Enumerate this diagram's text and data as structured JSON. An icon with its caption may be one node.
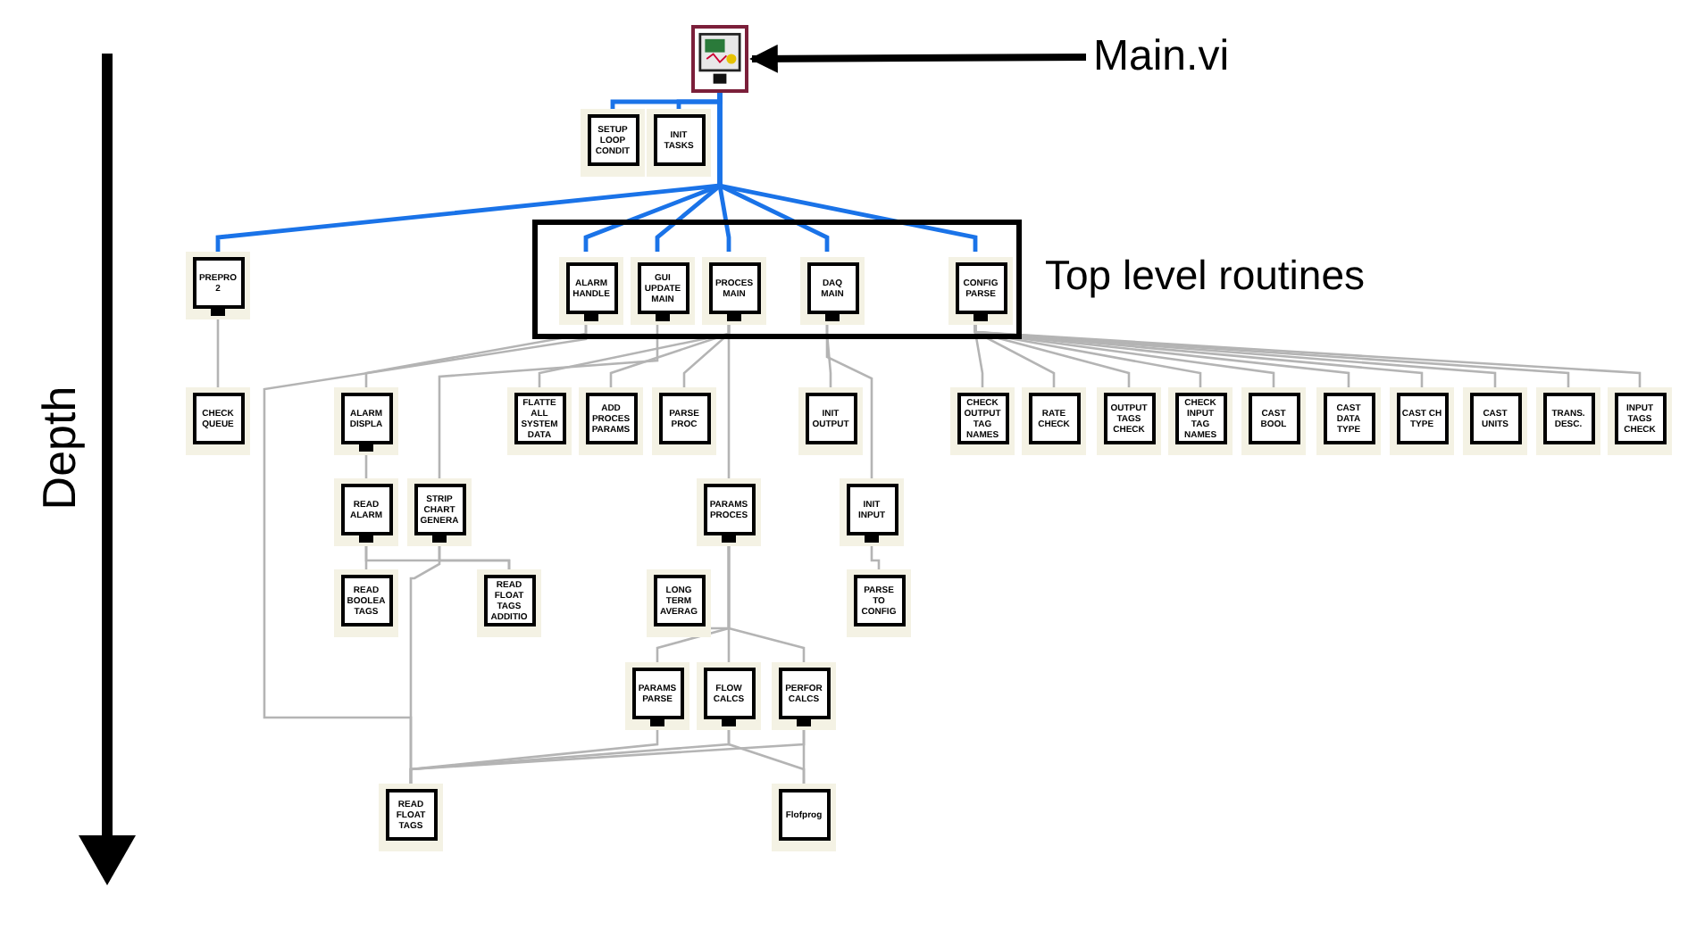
{
  "diagram": {
    "nodes": [
      {
        "text": [],
        "shape": "picture"
      },
      {
        "text": [
          "Main.vi"
        ]
      },
      {
        "text": [
          "SETUP LOOP CONDIT"
        ]
      },
      {
        "text": [
          "INIT TASKS"
        ]
      },
      {
        "text": [
          "PREPRO 2"
        ]
      },
      {
        "text": [
          "Top level routines"
        ]
      },
      {
        "text": [
          "ALARM HANDLE"
        ],
        "in": 5
      },
      {
        "text": [
          "GUI UPDATE MAIN"
        ],
        "in": 5
      },
      {
        "text": [
          "PROCES MAIN"
        ],
        "in": 5
      },
      {
        "text": [
          "DAQ MAIN"
        ],
        "in": 5
      },
      {
        "text": [
          "CONFIG PARSE"
        ],
        "in": 5
      },
      {
        "text": [
          "CHECK QUEUE"
        ]
      },
      {
        "text": [
          "ALARM DISPLA"
        ]
      },
      {
        "text": [
          "FLATTE ALL SYSTEM DATA"
        ]
      },
      {
        "text": [
          "ADD PROCES PARAMS"
        ]
      },
      {
        "text": [
          "PARSE PROC"
        ]
      },
      {
        "text": [
          "INIT OUTPUT"
        ]
      },
      {
        "text": [
          "CHECK OUTPUT TAG NAMES"
        ]
      },
      {
        "text": [
          "RATE CHECK"
        ]
      },
      {
        "text": [
          "OUTPUT TAGS CHECK"
        ]
      },
      {
        "text": [
          "CHECK INPUT TAG NAMES"
        ]
      },
      {
        "text": [
          "CAST BOOL"
        ]
      },
      {
        "text": [
          "CAST DATA TYPE"
        ]
      },
      {
        "text": [
          "CAST CH TYPE"
        ]
      },
      {
        "text": [
          "CAST UNITS"
        ]
      },
      {
        "text": [
          "TRANS. DESC."
        ]
      },
      {
        "text": [
          "INPUT TAGS CHECK"
        ]
      },
      {
        "text": [
          "READ ALARM"
        ]
      },
      {
        "text": [
          "STRIP CHART GENERA"
        ]
      },
      {
        "text": [
          "PARAMS PROCES"
        ]
      },
      {
        "text": [
          "INIT INPUT"
        ]
      },
      {
        "text": [
          "READ BOOLEA TAGS"
        ]
      },
      {
        "text": [
          "READ FLOAT TAGS ADDITIO"
        ]
      },
      {
        "text": [
          "LONG TERM AVERAG"
        ]
      },
      {
        "text": [
          "PARSE TO CONFIG"
        ]
      },
      {
        "text": [
          "PARAMS PARSE"
        ]
      },
      {
        "text": [
          "FLOW CALCS"
        ]
      },
      {
        "text": [
          "PERFOR CALCS"
        ]
      },
      {
        "text": [
          "READ FLOAT TAGS"
        ]
      },
      {
        "text": [
          "Flofprog"
        ]
      }
    ],
    "edges": [
      {
        "from": 1,
        "to": 0,
        "arrow": "to",
        "style": "thick",
        "color": "#000000"
      },
      {
        "from": 0,
        "to": 2,
        "arrow": "none",
        "color": "#1a73e8"
      },
      {
        "from": 0,
        "to": 3,
        "arrow": "none",
        "color": "#1a73e8"
      },
      {
        "from": 0,
        "to": 4,
        "arrow": "none",
        "color": "#1a73e8"
      },
      {
        "from": 0,
        "to": 6,
        "arrow": "none",
        "color": "#1a73e8"
      },
      {
        "from": 0,
        "to": 7,
        "arrow": "none",
        "color": "#1a73e8"
      },
      {
        "from": 0,
        "to": 8,
        "arrow": "none",
        "color": "#1a73e8"
      },
      {
        "from": 0,
        "to": 9,
        "arrow": "none",
        "color": "#1a73e8"
      },
      {
        "from": 0,
        "to": 10,
        "arrow": "none",
        "color": "#1a73e8"
      },
      {
        "from": 4,
        "to": 11,
        "arrow": "none"
      },
      {
        "from": 6,
        "to": 12,
        "arrow": "none"
      },
      {
        "from": 6,
        "to": 38,
        "arrow": "none"
      },
      {
        "from": 7,
        "to": 28,
        "arrow": "none"
      },
      {
        "from": 8,
        "to": 13,
        "arrow": "none"
      },
      {
        "from": 8,
        "to": 14,
        "arrow": "none"
      },
      {
        "from": 8,
        "to": 15,
        "arrow": "none"
      },
      {
        "from": 8,
        "to": 29,
        "arrow": "none"
      },
      {
        "from": 9,
        "to": 16,
        "arrow": "none"
      },
      {
        "from": 9,
        "to": 30,
        "arrow": "none"
      },
      {
        "from": 10,
        "to": 17,
        "arrow": "none"
      },
      {
        "from": 10,
        "to": 18,
        "arrow": "none"
      },
      {
        "from": 10,
        "to": 19,
        "arrow": "none"
      },
      {
        "from": 10,
        "to": 20,
        "arrow": "none"
      },
      {
        "from": 10,
        "to": 21,
        "arrow": "none"
      },
      {
        "from": 10,
        "to": 22,
        "arrow": "none"
      },
      {
        "from": 10,
        "to": 23,
        "arrow": "none"
      },
      {
        "from": 10,
        "to": 24,
        "arrow": "none"
      },
      {
        "from": 10,
        "to": 25,
        "arrow": "none"
      },
      {
        "from": 10,
        "to": 26,
        "arrow": "none"
      },
      {
        "from": 12,
        "to": 27,
        "arrow": "none"
      },
      {
        "from": 27,
        "to": 31,
        "arrow": "none"
      },
      {
        "from": 27,
        "to": 32,
        "arrow": "none"
      },
      {
        "from": 28,
        "to": 32,
        "arrow": "none"
      },
      {
        "from": 28,
        "to": 38,
        "arrow": "none"
      },
      {
        "from": 29,
        "to": 33,
        "arrow": "none"
      },
      {
        "from": 29,
        "to": 35,
        "arrow": "none"
      },
      {
        "from": 29,
        "to": 36,
        "arrow": "none"
      },
      {
        "from": 29,
        "to": 37,
        "arrow": "none"
      },
      {
        "from": 35,
        "to": 38,
        "arrow": "none"
      },
      {
        "from": 36,
        "to": 38,
        "arrow": "none"
      },
      {
        "from": 37,
        "to": 38,
        "arrow": "none"
      },
      {
        "from": 36,
        "to": 39,
        "arrow": "none"
      },
      {
        "from": 37,
        "to": 39,
        "arrow": "none"
      },
      {
        "from": 30,
        "to": 34,
        "arrow": "none"
      }
    ],
    "labels": [
      "Depth"
    ]
  }
}
